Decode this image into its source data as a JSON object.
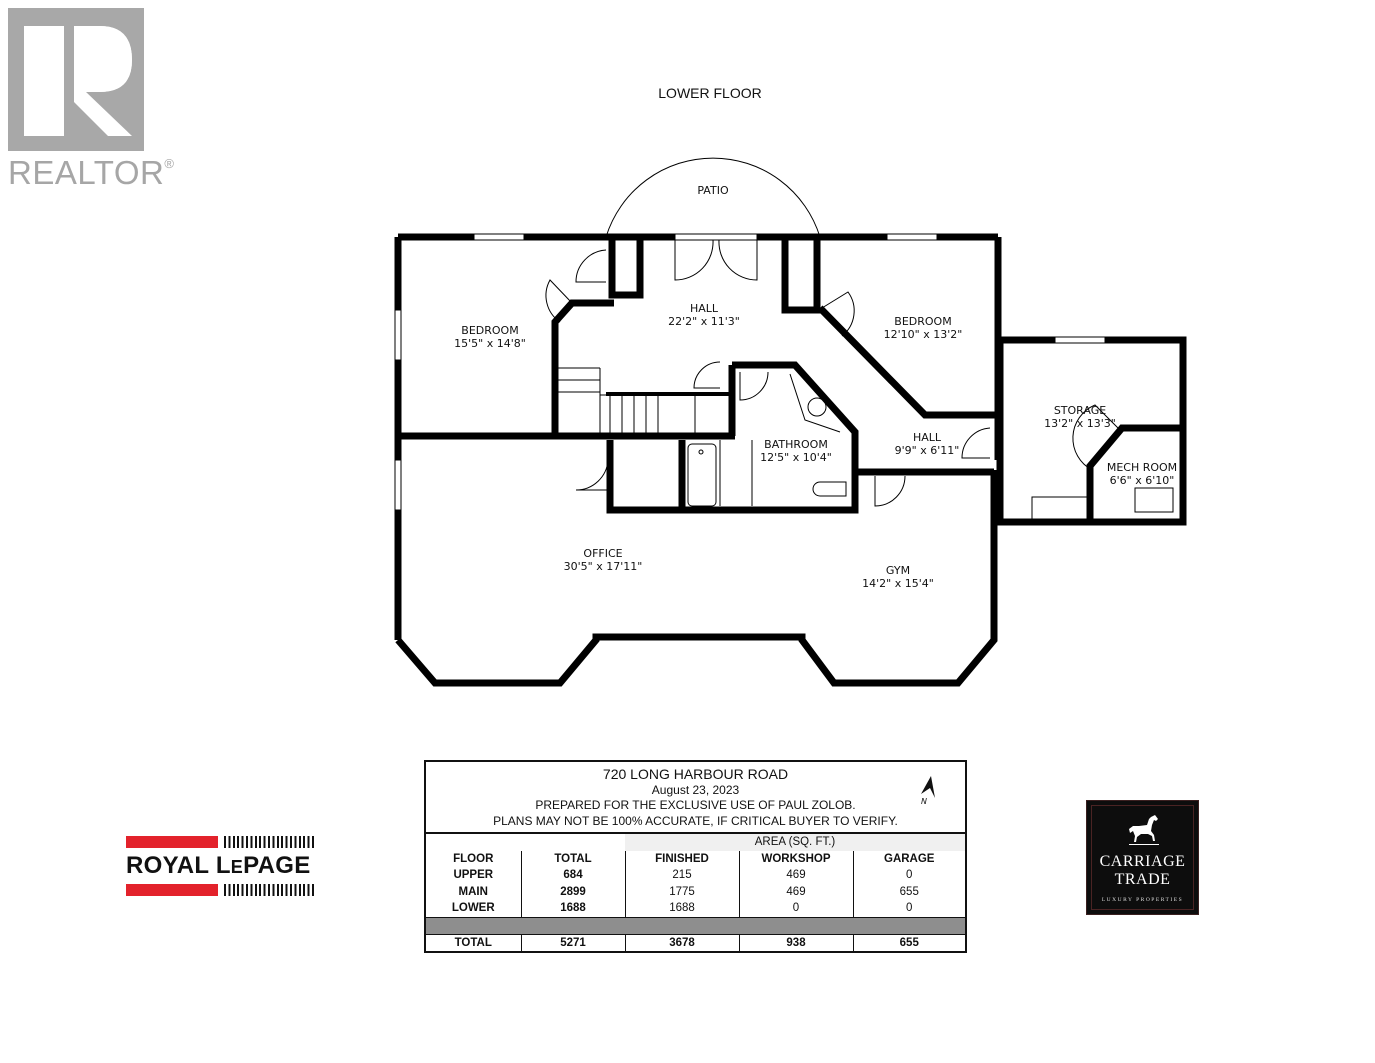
{
  "realtor_logo": {
    "text": "REALTOR",
    "mark": "®",
    "color": "#a6a6a6"
  },
  "floor_title": "LOWER FLOOR",
  "rooms": {
    "patio": {
      "name": "PATIO",
      "dims": ""
    },
    "bedroom_left": {
      "name": "BEDROOM",
      "dims": "15'5\" x 14'8\""
    },
    "hall_main": {
      "name": "HALL",
      "dims": "22'2\" x 11'3\""
    },
    "bedroom_right": {
      "name": "BEDROOM",
      "dims": "12'10\" x 13'2\""
    },
    "bathroom": {
      "name": "BATHROOM",
      "dims": "12'5\" x 10'4\""
    },
    "hall_small": {
      "name": "HALL",
      "dims": "9'9\" x 6'11\""
    },
    "storage": {
      "name": "STORAGE",
      "dims": "13'2\" x 13'3\""
    },
    "mech_room": {
      "name": "MECH ROOM",
      "dims": "6'6\" x 6'10\""
    },
    "office": {
      "name": "OFFICE",
      "dims": "30'5\" x 17'11\""
    },
    "gym": {
      "name": "GYM",
      "dims": "14'2\" x 15'4\""
    }
  },
  "info_box": {
    "address": "720 LONG HARBOUR ROAD",
    "date": "August 23, 2023",
    "prepared_for": "PREPARED FOR THE EXCLUSIVE USE OF PAUL ZOLOB.",
    "disclaimer": "PLANS MAY NOT BE 100% ACCURATE, IF CRITICAL BUYER TO VERIFY.",
    "north_label": "N",
    "area_header": "AREA (SQ. FT.)",
    "columns": [
      "FLOOR",
      "TOTAL",
      "FINISHED",
      "WORKSHOP",
      "GARAGE"
    ],
    "rows": [
      {
        "floor": "UPPER",
        "total": "684",
        "finished": "215",
        "workshop": "469",
        "garage": "0"
      },
      {
        "floor": "MAIN",
        "total": "2899",
        "finished": "1775",
        "workshop": "469",
        "garage": "655"
      },
      {
        "floor": "LOWER",
        "total": "1688",
        "finished": "1688",
        "workshop": "0",
        "garage": "0"
      }
    ],
    "totals": {
      "floor": "TOTAL",
      "total": "5271",
      "finished": "3678",
      "workshop": "938",
      "garage": "655"
    }
  },
  "royal_lepage_logo": {
    "text_a": "ROYAL L",
    "text_b": "E",
    "text_c": "PAGE",
    "accent": "#e3222b"
  },
  "carriage_trade_logo": {
    "line1": "CARRIAGE",
    "line2": "TRADE",
    "tagline": "LUXURY PROPERTIES"
  }
}
